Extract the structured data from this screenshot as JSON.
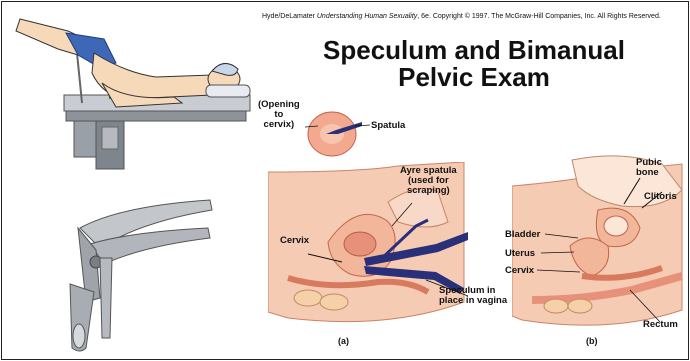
{
  "credit": {
    "authors": "Hyde/DeLamater",
    "book": "Understanding Human Sexuality",
    "rest": ", 6e.  Copyright © 1997. The McGraw-Hill Companies, Inc. All Rights Reserved."
  },
  "title": {
    "line1": "Speculum and Bimanual",
    "line2": "Pelvic Exam"
  },
  "inset": {
    "opening_label": [
      "(Opening",
      "to",
      "cervix)"
    ],
    "spatula_label": "Spatula"
  },
  "panel_a": {
    "ayre_label": [
      "Ayre spatula",
      "(used for",
      "scraping)"
    ],
    "cervix_label": "Cervix",
    "speculum_label": [
      "Speculum in",
      "place in vagina"
    ],
    "panel_letter": "(a)"
  },
  "panel_b": {
    "pubic_label": [
      "Pubic",
      "bone"
    ],
    "clitoris_label": "Clitoris",
    "bladder_label": "Bladder",
    "uterus_label": "Uterus",
    "cervix_label": "Cervix",
    "rectum_label": "Rectum",
    "panel_letter": "(b)"
  },
  "colors": {
    "tissue": "#f2b79a",
    "tissue_dark": "#d77a5e",
    "instrument": "#2a2f7a",
    "skin": "#f6d9b8",
    "metal": "#a9adb3"
  }
}
